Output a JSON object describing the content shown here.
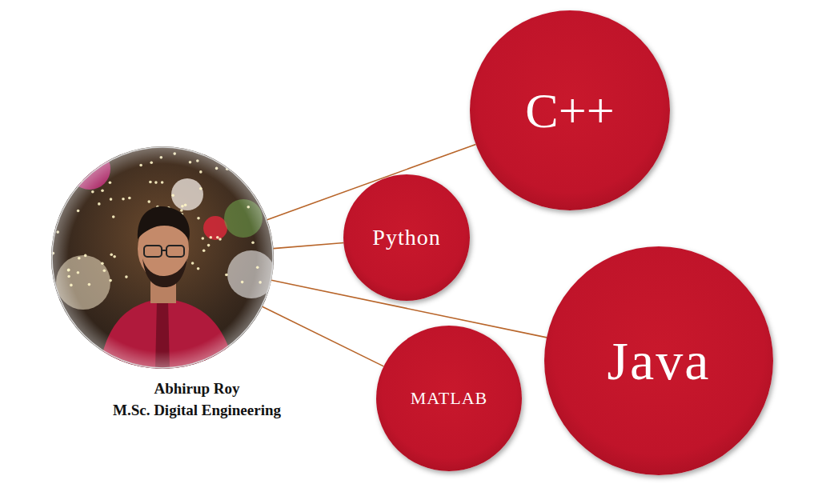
{
  "diagram": {
    "nodes": [
      {
        "text": [
          "Abhirup Roy",
          "M.Sc. Digital Engineering"
        ]
      },
      {
        "text": [
          "C++"
        ]
      },
      {
        "text": [
          "Python"
        ]
      },
      {
        "text": [
          "Java"
        ]
      },
      {
        "text": [
          "MATLAB"
        ]
      }
    ],
    "edges": [
      {
        "from": 0,
        "to": 1,
        "arrow": "none"
      },
      {
        "from": 0,
        "to": 2,
        "arrow": "none"
      },
      {
        "from": 0,
        "to": 3,
        "arrow": "none"
      },
      {
        "from": 0,
        "to": 4,
        "arrow": "none"
      }
    ]
  }
}
